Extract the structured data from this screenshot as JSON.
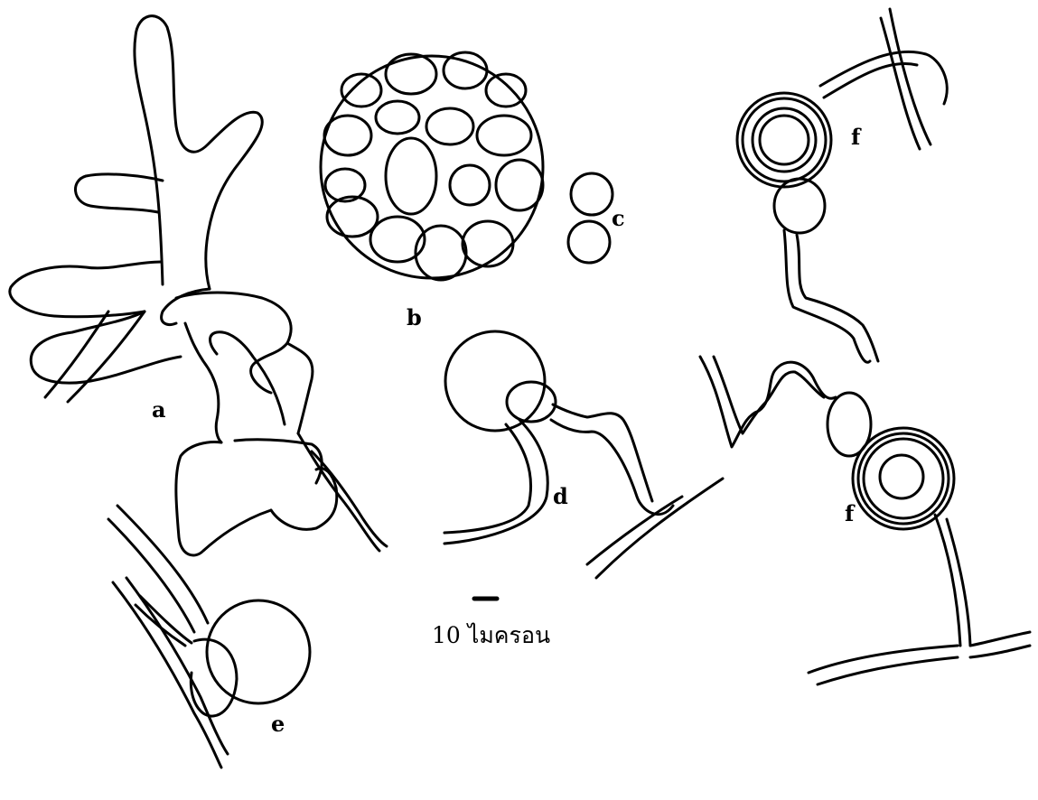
{
  "labels": {
    "a": "a",
    "b": "b",
    "c": "c",
    "d": "d",
    "e": "e",
    "f_top": "f",
    "f_bottom": "f"
  },
  "scale_bar": {
    "text": "10 ไมครอน"
  }
}
